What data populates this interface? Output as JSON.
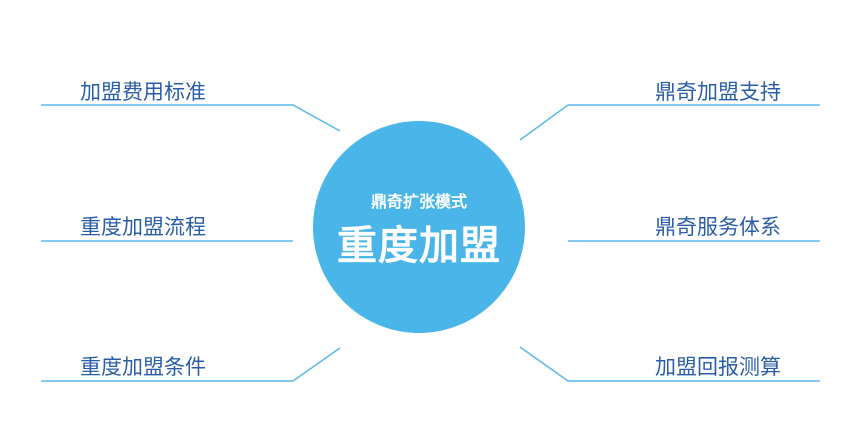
{
  "center": {
    "subtitle": "鼎奇扩张模式",
    "title": "重度加盟"
  },
  "left_items": [
    "加盟费用标准",
    "重度加盟流程",
    "重度加盟条件"
  ],
  "right_items": [
    "鼎奇加盟支持",
    "鼎奇服务体系",
    "加盟回报测算"
  ],
  "colors": {
    "circle": "#4ab5e9",
    "line": "#5bb8ea",
    "text": "#2b5ea8"
  }
}
